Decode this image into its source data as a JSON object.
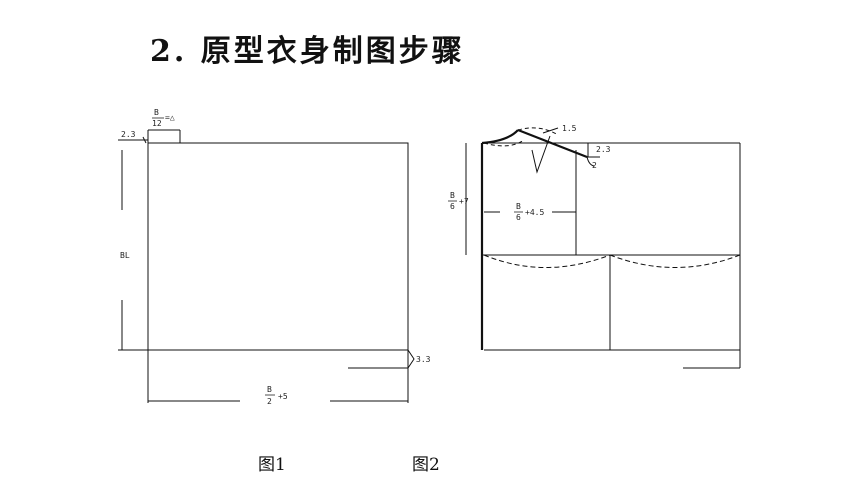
{
  "title": "2. 原型衣身制图步骤",
  "figure1": {
    "caption": "图1",
    "neck_frac_num": "B",
    "neck_frac_den": "12",
    "neck_suffix": "=△",
    "top_offset": "2.3",
    "bust_line": "BL",
    "bottom_offset": "3.3",
    "width_frac_num": "B",
    "width_frac_den": "2",
    "width_suffix": "+5"
  },
  "figure2": {
    "caption": "图2",
    "shoulder_drop": "1.5",
    "shoulder_offset": "2.3",
    "shoulder_point": "2",
    "depth_frac_num": "B",
    "depth_frac_den": "6",
    "depth_suffix": "+7",
    "back_frac_num": "B",
    "back_frac_den": "6",
    "back_suffix": "+4.5"
  }
}
